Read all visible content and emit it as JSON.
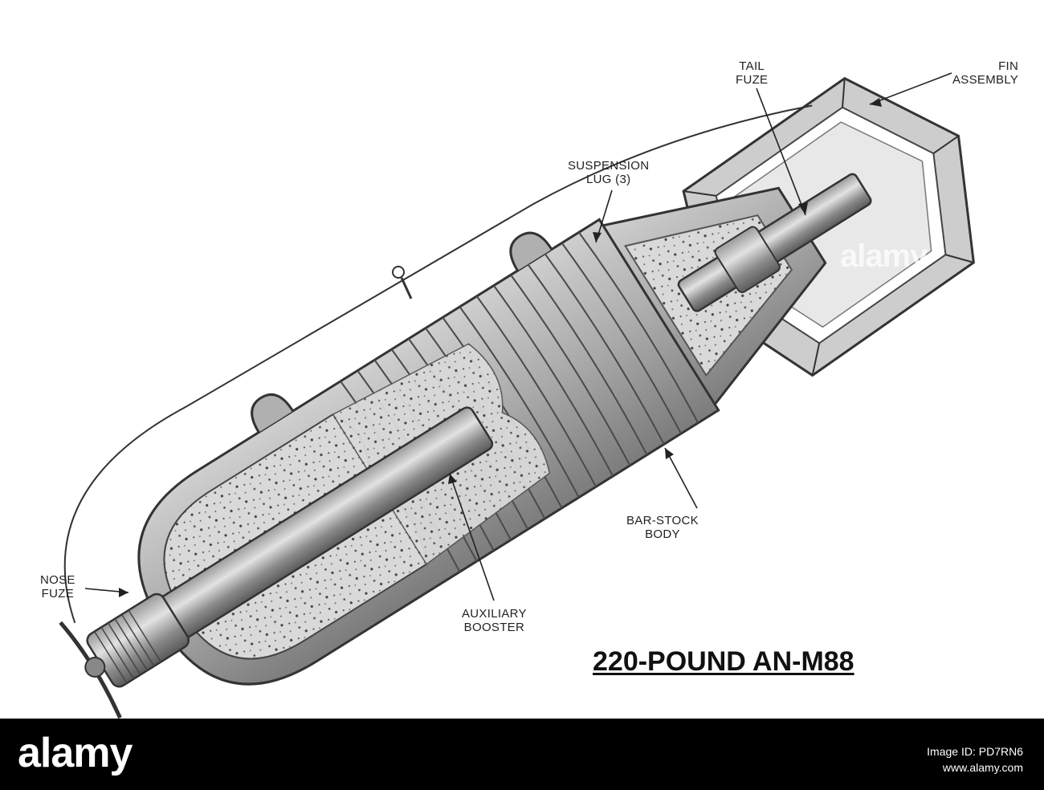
{
  "diagram": {
    "title": "220-POUND AN-M88",
    "callouts": {
      "tail_fuze": [
        "TAIL",
        "FUZE"
      ],
      "fin_assembly": [
        "FIN",
        "ASSEMBLY"
      ],
      "suspension_lug": [
        "SUSPENSION",
        "LUG (3)"
      ],
      "bar_stock_body": [
        "BAR-STOCK",
        "BODY"
      ],
      "nose_fuze": [
        "NOSE",
        "FUZE"
      ],
      "auxiliary_booster": [
        "AUXILIARY",
        "BOOSTER"
      ]
    }
  },
  "footer": {
    "logo": "alamy",
    "watermark": "alamy",
    "image_id": "Image ID: PD7RN6",
    "site": "www.alamy.com"
  },
  "colors": {
    "ink": "#222222",
    "shell_fill": "#b9b9b9",
    "shell_dark": "#6e6e6e",
    "explosive_fill": "#d8d8d8",
    "footer_bg": "#000000"
  }
}
